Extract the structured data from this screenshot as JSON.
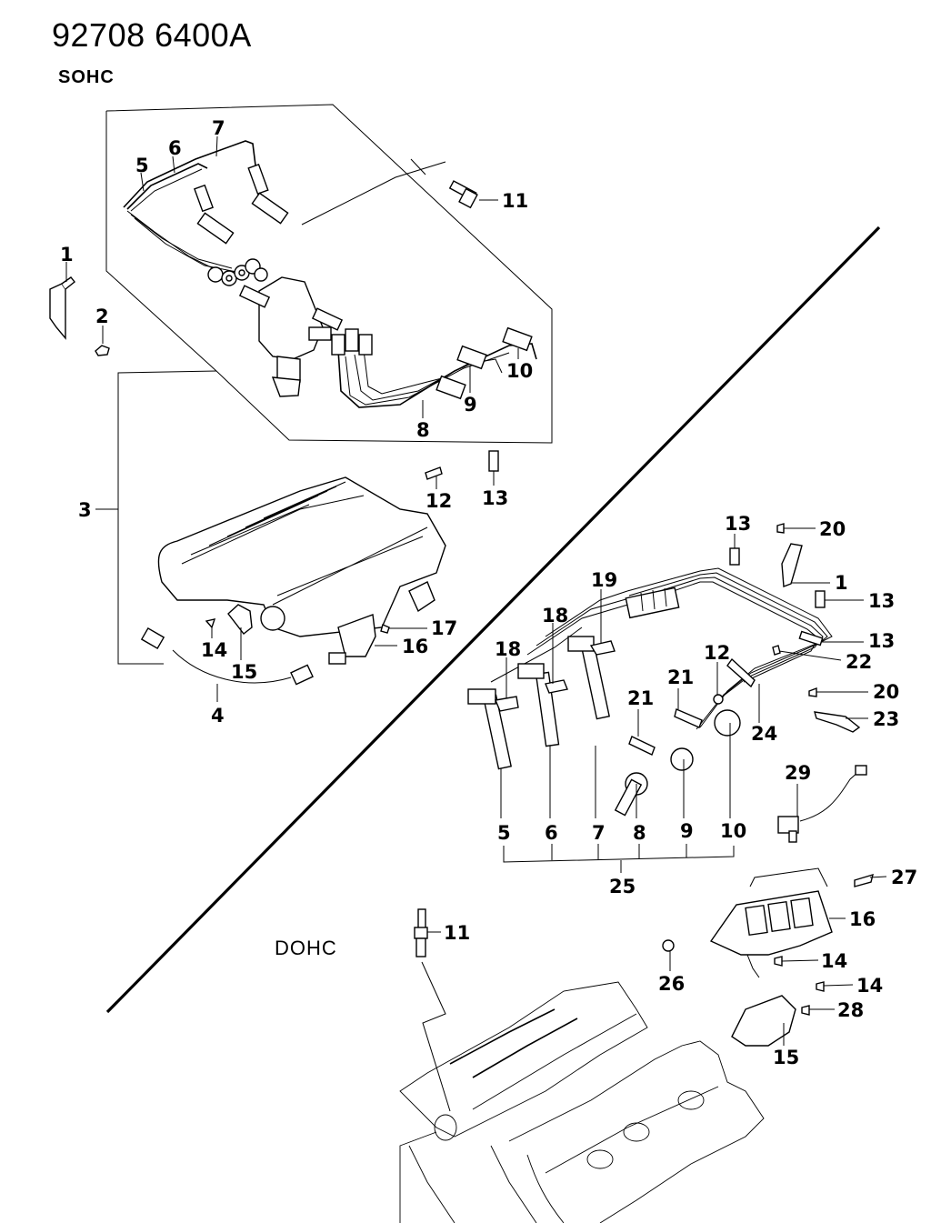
{
  "header": {
    "catalog_code": "92708  6400A",
    "sohc_label": "SOHC",
    "dohc_label": "DOHC"
  },
  "diagram": {
    "title": "Ignition System Parts Diagram",
    "sections": [
      {
        "name": "SOHC",
        "callouts": [
          "1",
          "2",
          "3",
          "4",
          "5",
          "6",
          "7",
          "8",
          "9",
          "10",
          "11",
          "12",
          "13",
          "14",
          "15",
          "16",
          "17"
        ]
      },
      {
        "name": "DOHC",
        "callouts": [
          "1",
          "5",
          "6",
          "7",
          "8",
          "9",
          "10",
          "11",
          "12",
          "13",
          "13",
          "13",
          "14",
          "14",
          "15",
          "16",
          "18",
          "18",
          "19",
          "20",
          "20",
          "21",
          "21",
          "22",
          "23",
          "24",
          "25",
          "26",
          "27",
          "28",
          "29"
        ]
      }
    ],
    "sohc_callouts": {
      "c1": "1",
      "c2": "2",
      "c3": "3",
      "c4": "4",
      "c5": "5",
      "c6": "6",
      "c7": "7",
      "c8": "8",
      "c9": "9",
      "c10": "10",
      "c11": "11",
      "c12": "12",
      "c13": "13",
      "c14": "14",
      "c15": "15",
      "c16": "16",
      "c17": "17"
    },
    "dohc_callouts": {
      "c13a": "13",
      "c20a": "20",
      "c1": "1",
      "c13b": "13",
      "c13c": "13",
      "c22": "22",
      "c19": "19",
      "c18a": "18",
      "c18b": "18",
      "c12": "12",
      "c21a": "21",
      "c21b": "21",
      "c24": "24",
      "c20b": "20",
      "c23": "23",
      "c29": "29",
      "c5": "5",
      "c6": "6",
      "c7": "7",
      "c8": "8",
      "c9": "9",
      "c10": "10",
      "c25": "25",
      "c27": "27",
      "c16": "16",
      "c11": "11",
      "c26": "26",
      "c14a": "14",
      "c14b": "14",
      "c28": "28",
      "c15": "15"
    }
  }
}
